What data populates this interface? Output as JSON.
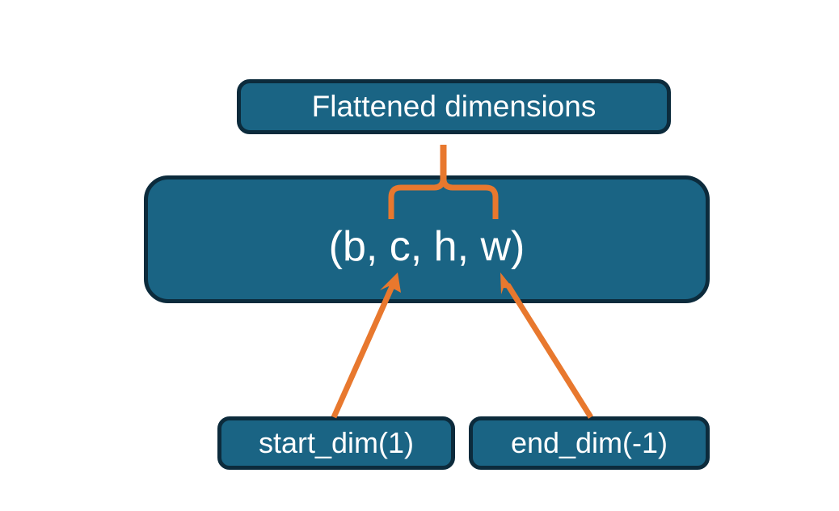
{
  "diagram": {
    "title_node": {
      "label": "Flattened dimensions",
      "name": "flattened-dimensions-box"
    },
    "shape_node": {
      "label": "(b, c, h, w)",
      "name": "tensor-shape-box"
    },
    "argument_nodes": [
      {
        "label": "start_dim(1)",
        "name": "start-dim-box"
      },
      {
        "label": "end_dim(-1)",
        "name": "end-dim-box"
      }
    ],
    "connectors": [
      {
        "name": "flattened-range-brace",
        "kind": "curly-brace",
        "from": "tensor-shape-box",
        "to": "flattened-dimensions-box"
      },
      {
        "name": "start-dim-arrow",
        "kind": "arrow",
        "from": "start-dim-box",
        "to": "tensor-shape-box"
      },
      {
        "name": "end-dim-arrow",
        "kind": "arrow",
        "from": "end-dim-box",
        "to": "tensor-shape-box"
      }
    ],
    "colors": {
      "box_fill": "#1A6484",
      "box_border": "#0C2B3C",
      "box_text": "#FFFFFF",
      "accent": "#E8782E",
      "background": "#FFFFFF"
    }
  }
}
